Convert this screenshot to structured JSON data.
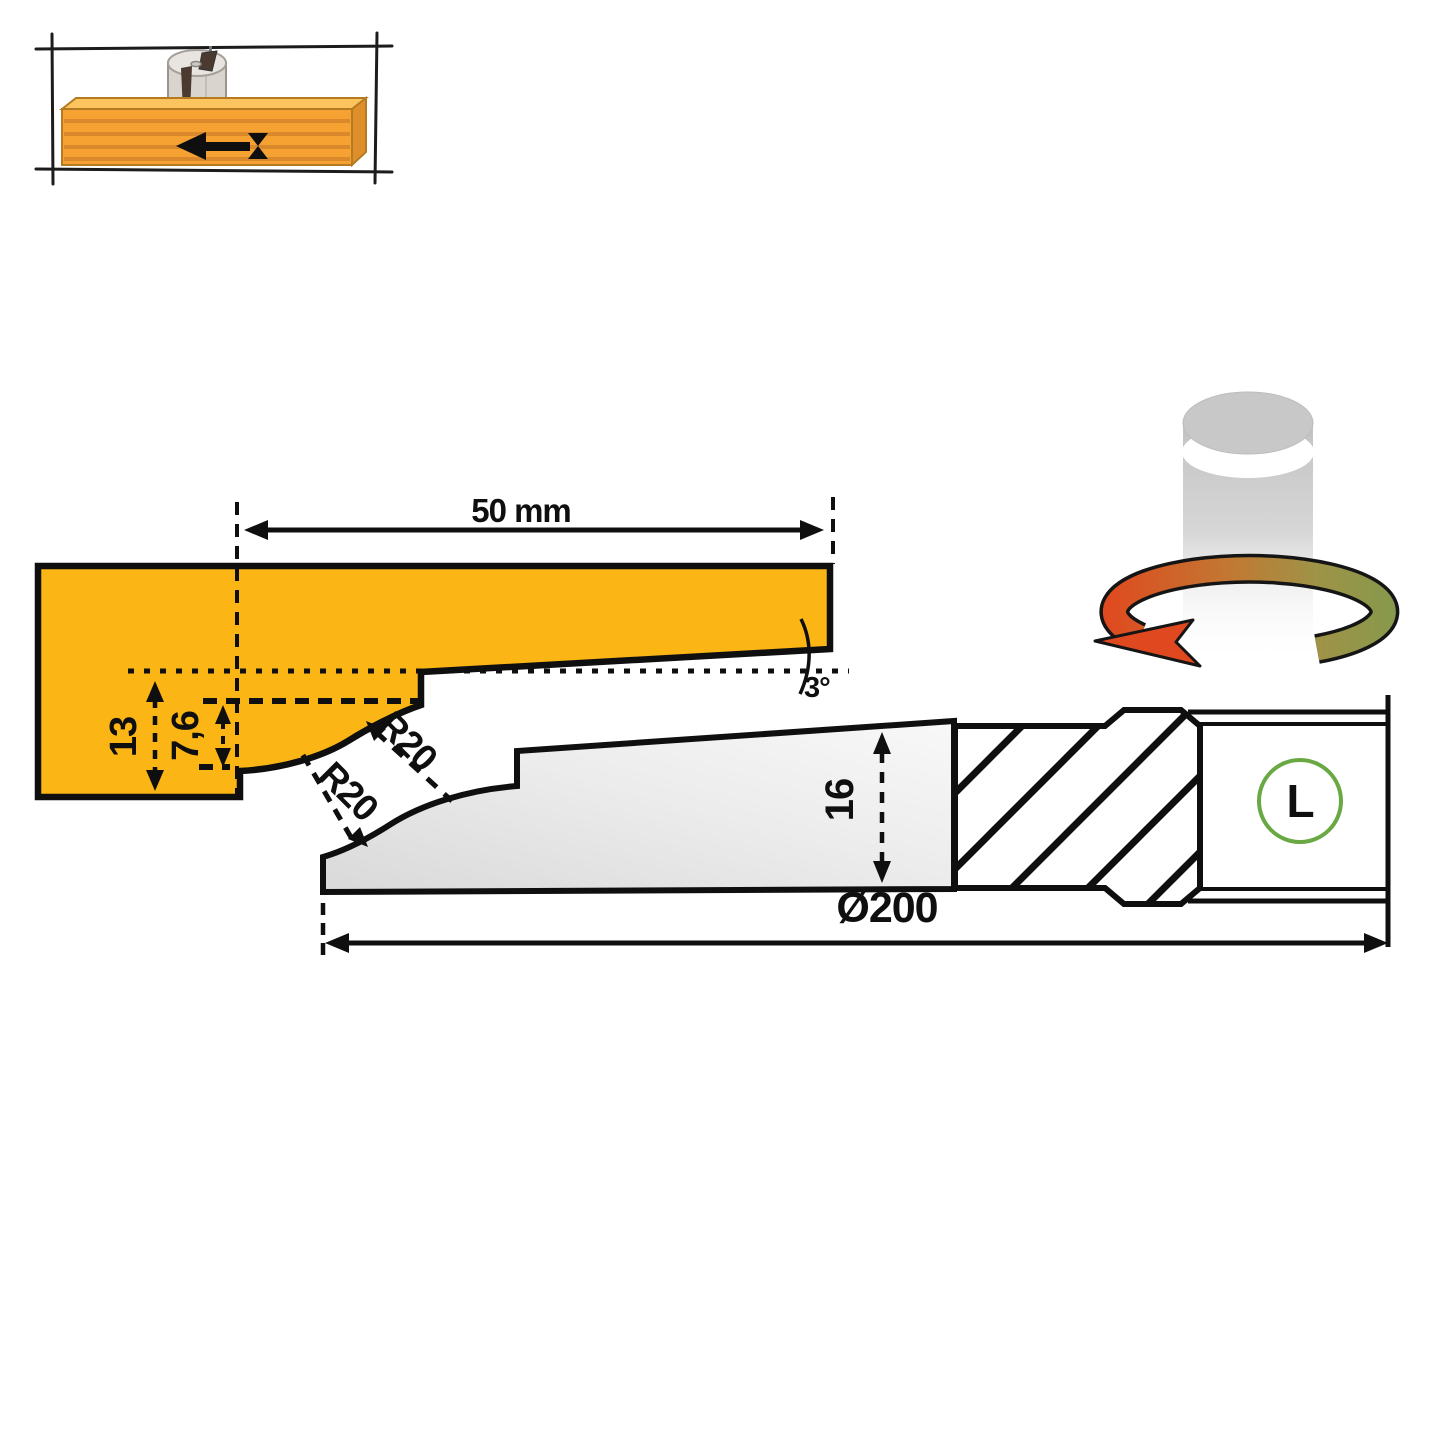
{
  "labels": {
    "length": "50 mm",
    "depth_total": "13",
    "depth_step": "7,6",
    "radius_upper": "R20",
    "radius_lower": "R20",
    "angle": "3°",
    "edge_height": "16",
    "diameter": "Ø200",
    "rotation": "L"
  },
  "colors": {
    "wood": "#FBB515",
    "wood_top": "#FBC45F",
    "outline": "#0f0f0f",
    "badge_green": "#69A843",
    "ring_red": "#E0491F",
    "ring_green": "#85994C",
    "steel_light": "#f4f4f4",
    "steel_dark": "#dcdcdc"
  }
}
